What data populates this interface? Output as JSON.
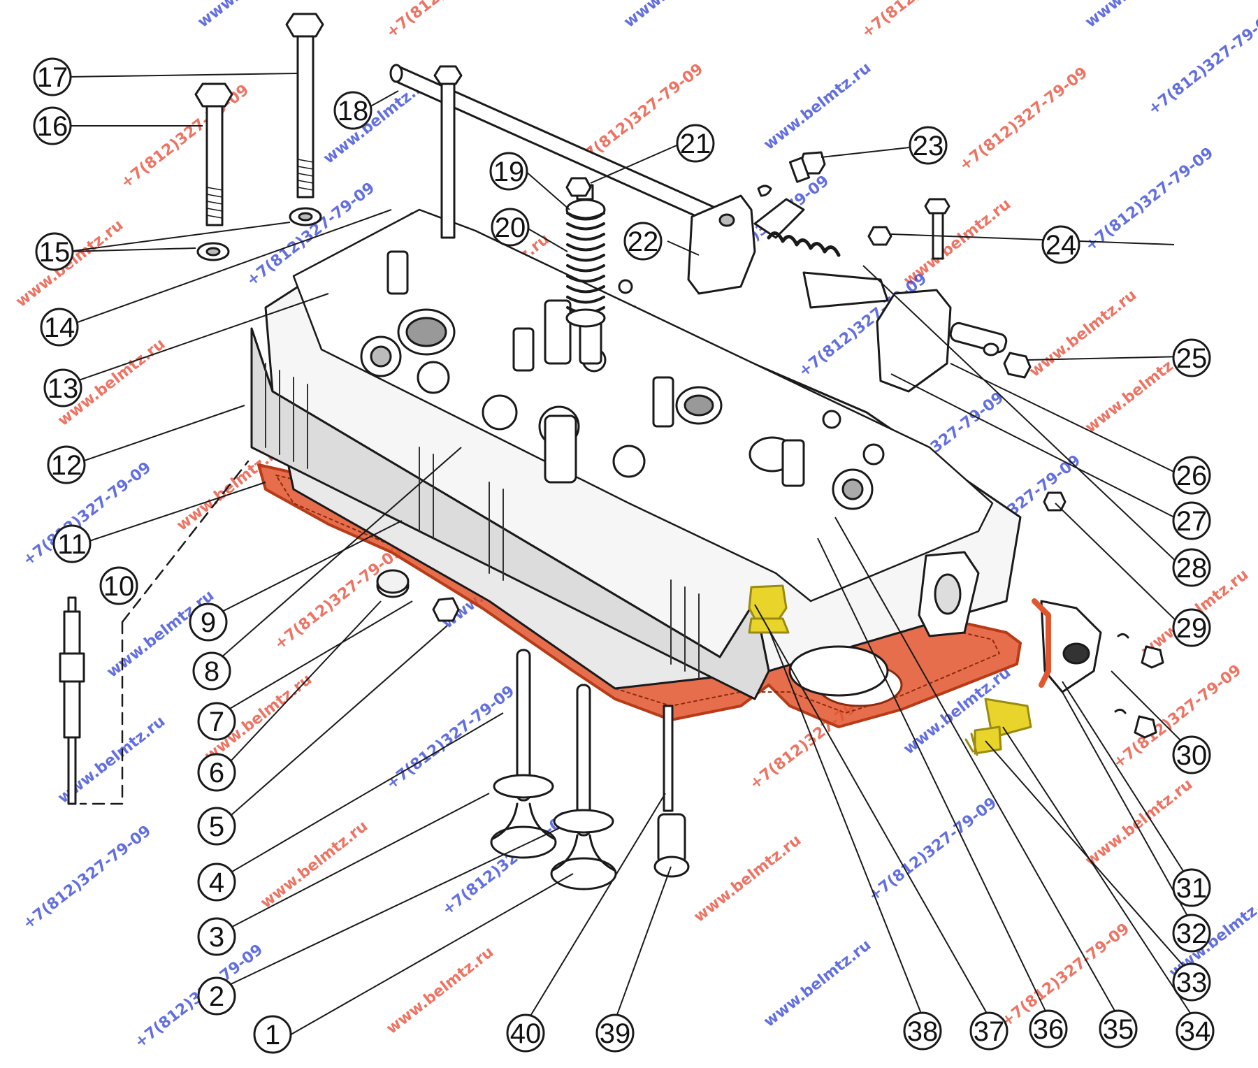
{
  "diagram": {
    "colors": {
      "line": "#1a1a1a",
      "gasket": "#e2552e",
      "gasket_hatch": "#c43a18",
      "highlight_yellow": "#e8d42a",
      "watermark_blue": "#2e3fd6",
      "watermark_red": "#e8442e"
    },
    "callouts": [
      "1",
      "2",
      "3",
      "4",
      "5",
      "6",
      "7",
      "8",
      "9",
      "10",
      "11",
      "12",
      "13",
      "14",
      "15",
      "16",
      "17",
      "18",
      "19",
      "20",
      "21",
      "22",
      "23",
      "24",
      "25",
      "26",
      "27",
      "28",
      "29",
      "30",
      "31",
      "32",
      "33",
      "34",
      "35",
      "36",
      "37",
      "38",
      "39",
      "40"
    ],
    "watermarks": {
      "site": "www.belmtz.ru",
      "phone": "+7(812)327-79-09"
    }
  }
}
